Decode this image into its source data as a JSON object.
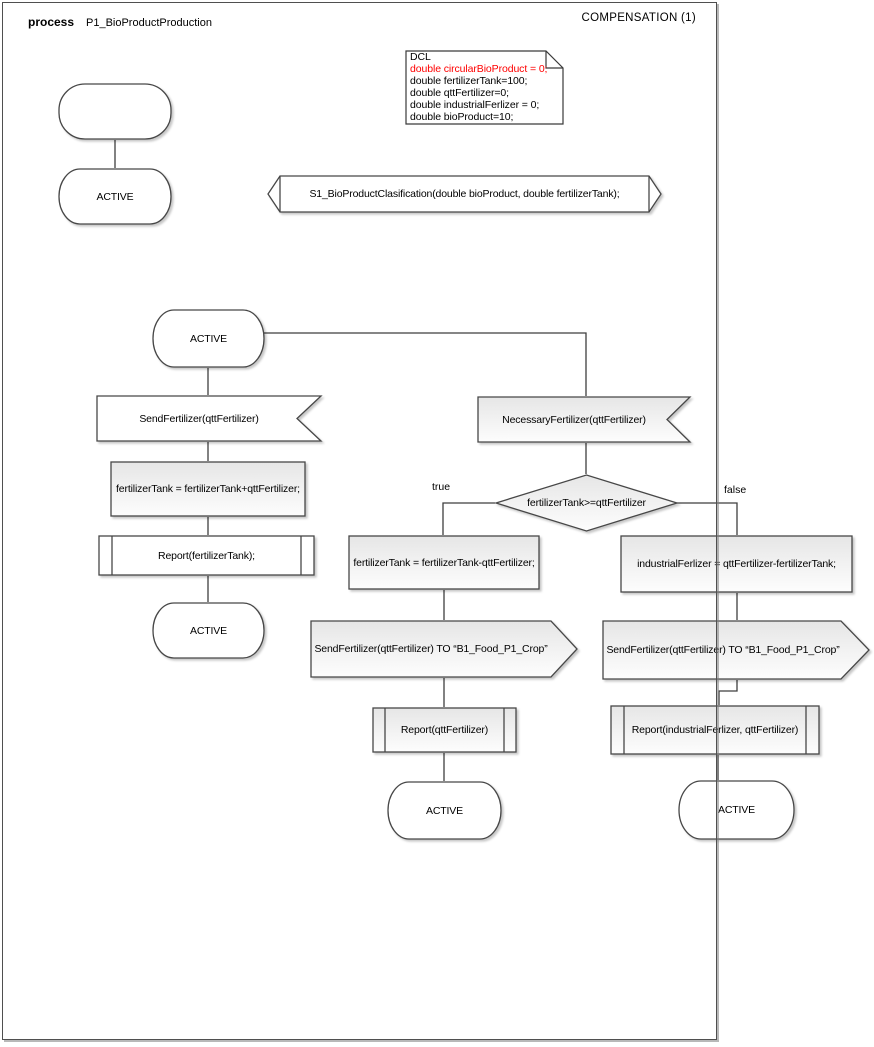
{
  "header": {
    "kind": "process",
    "process_name": "P1_BioProductProduction",
    "page_label": "COMPENSATION (1)"
  },
  "declarations": {
    "keyword": "DCL",
    "lines": [
      {
        "text": "double circularBioProduct = 0;",
        "highlight": true
      },
      {
        "text": "double fertilizerTank=100;",
        "highlight": false
      },
      {
        "text": "double qttFertilizer=0;",
        "highlight": false
      },
      {
        "text": "double industrialFerlizer = 0;",
        "highlight": false
      },
      {
        "text": "double bioProduct=10;",
        "highlight": false
      }
    ]
  },
  "nodes": {
    "start_state": {
      "label": ""
    },
    "initial_state": {
      "label": "ACTIVE"
    },
    "procedure_call": {
      "label": "S1_BioProductClasification(double bioProduct, double  fertilizerTank);"
    },
    "main_state": {
      "label": "ACTIVE"
    },
    "receive_send_fertilizer": {
      "label": "SendFertilizer(qttFertilizer)"
    },
    "task_add": {
      "label": "fertilizerTank = fertilizerTank+qttFertilizer;"
    },
    "report_tank": {
      "label": "Report(fertilizerTank);"
    },
    "state_after_add": {
      "label": "ACTIVE"
    },
    "receive_necessary_fertilizer": {
      "label": "NecessaryFertilizer(qttFertilizer)"
    },
    "decision": {
      "label": "fertilizerTank>=qttFertilizer"
    },
    "task_subtract": {
      "label": "fertilizerTank = fertilizerTank-qttFertilizer;"
    },
    "send_true": {
      "label": "SendFertilizer(qttFertilizer) TO “B1_Food_P1_Crop”"
    },
    "report_qtt": {
      "label": "Report(qttFertilizer)"
    },
    "state_true": {
      "label": "ACTIVE"
    },
    "task_industrial": {
      "label": "industrialFerlizer = qttFertilizer-fertilizerTank;"
    },
    "send_false": {
      "label": "SendFertilizer(qttFertilizer) TO “B1_Food_P1_Crop”"
    },
    "report_industrial": {
      "label": "Report(industrialFerlizer, qttFertilizer)"
    },
    "state_false": {
      "label": "ACTIVE"
    }
  },
  "branch_labels": {
    "true": "true",
    "false": "false"
  },
  "colors": {
    "shape_stroke": "#474747",
    "connector": "#3e3e3e",
    "shaded_fill_top": "#e6e6e6",
    "shaded_fill_bottom": "#fdfdfd",
    "declaration_highlight": "#ff0000",
    "frame_border": "#4f4f4f"
  }
}
